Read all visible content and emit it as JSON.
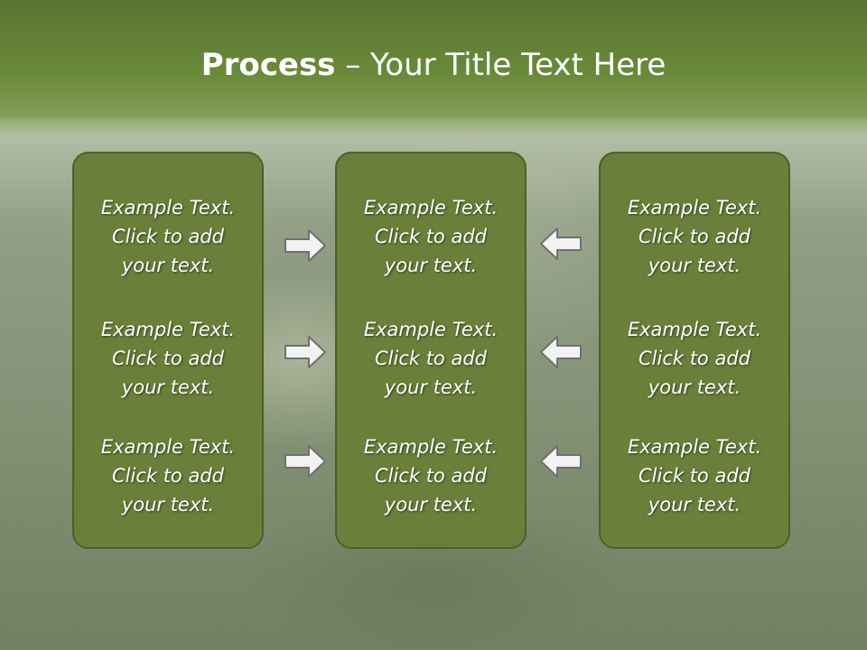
{
  "title": {
    "bold": "Process",
    "rest": " – Your Title Text Here"
  },
  "columns": [
    {
      "blocks": [
        {
          "line1": "Example Text.",
          "line2": "Click  to add",
          "line3": "your text."
        },
        {
          "line1": "Example Text.",
          "line2": "Click  to add",
          "line3": "your text."
        },
        {
          "line1": "Example Text.",
          "line2": "Click  to add",
          "line3": "your text."
        }
      ]
    },
    {
      "blocks": [
        {
          "line1": "Example Text.",
          "line2": "Click  to add",
          "line3": "your text."
        },
        {
          "line1": "Example Text.",
          "line2": "Click  to add",
          "line3": "your text."
        },
        {
          "line1": "Example Text.",
          "line2": "Click  to add",
          "line3": "your text."
        }
      ]
    },
    {
      "blocks": [
        {
          "line1": "Example Text.",
          "line2": "Click  to add",
          "line3": "your text."
        },
        {
          "line1": "Example Text.",
          "line2": "Click  to add",
          "line3": "your text."
        },
        {
          "line1": "Example Text.",
          "line2": "Click  to add",
          "line3": "your text."
        }
      ]
    }
  ],
  "arrows": {
    "left": [
      "right-arrow-icon",
      "right-arrow-icon",
      "right-arrow-icon"
    ],
    "right": [
      "left-arrow-icon",
      "left-arrow-icon",
      "left-arrow-icon"
    ]
  },
  "colors": {
    "title_bar": "#6a8a3a",
    "box_fill": "#6a7f3a",
    "box_border": "#4e5f2b",
    "arrow_fill": "#f2f2f2",
    "arrow_stroke": "#707070"
  }
}
